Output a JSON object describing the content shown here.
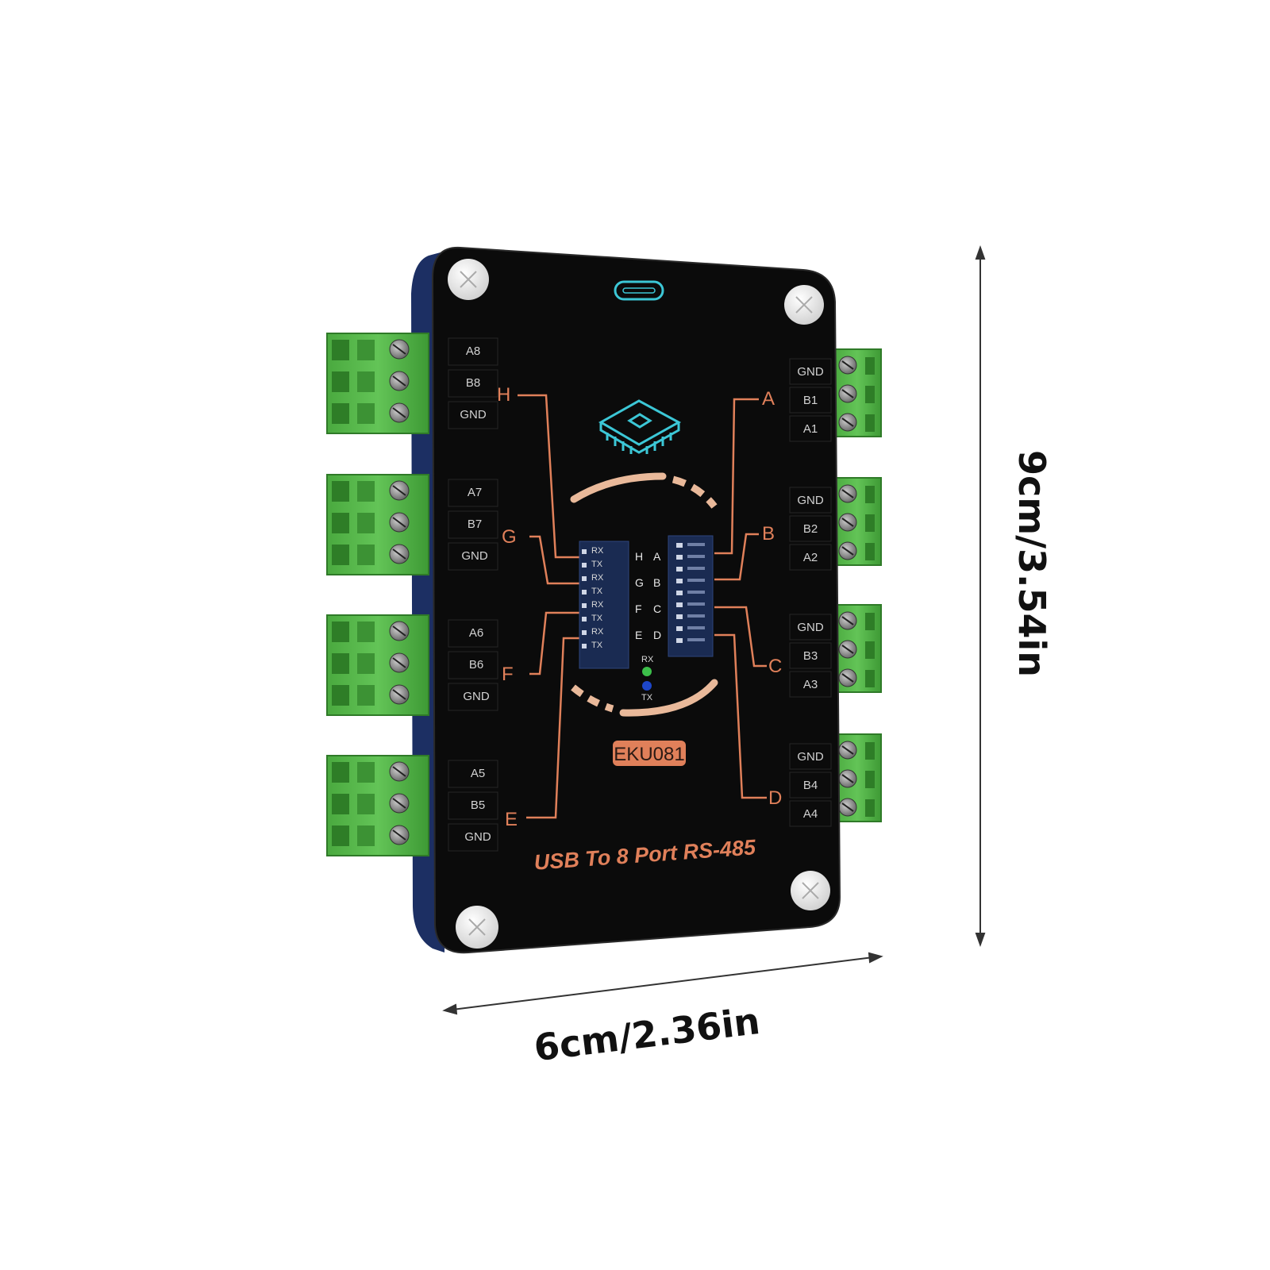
{
  "dimensions": {
    "height_label": "9cm/3.54in",
    "width_label": "6cm/2.36in"
  },
  "board": {
    "title": "USB To 8 Port RS-485",
    "model": "EKU081",
    "port_letters": [
      "A",
      "B",
      "C",
      "D",
      "E",
      "F",
      "G",
      "H"
    ],
    "left_ports": [
      {
        "pins": [
          "A8",
          "B8",
          "GND"
        ]
      },
      {
        "pins": [
          "A7",
          "B7",
          "GND"
        ]
      },
      {
        "pins": [
          "A6",
          "B6",
          "GND"
        ]
      },
      {
        "pins": [
          "A5",
          "B5",
          "GND"
        ]
      }
    ],
    "right_ports": [
      {
        "pins": [
          "GND",
          "B1",
          "A1"
        ]
      },
      {
        "pins": [
          "GND",
          "B2",
          "A2"
        ]
      },
      {
        "pins": [
          "GND",
          "B3",
          "A3"
        ]
      },
      {
        "pins": [
          "GND",
          "B4",
          "A4"
        ]
      }
    ],
    "led_labels": {
      "rx": "RX",
      "tx": "TX"
    },
    "chip_left_labels": [
      "RX",
      "TX",
      "RX",
      "TX",
      "RX",
      "TX",
      "RX",
      "TX"
    ],
    "chip_mid_labels": [
      "H",
      "G",
      "F",
      "E"
    ],
    "chip_mid_labels_right": [
      "A",
      "B",
      "C",
      "D"
    ],
    "colors": {
      "board": "#0b0b0b",
      "terminal_green": "#55b84a",
      "accent_orange": "#e0805a",
      "icon_cyan": "#3cc7d6"
    }
  }
}
